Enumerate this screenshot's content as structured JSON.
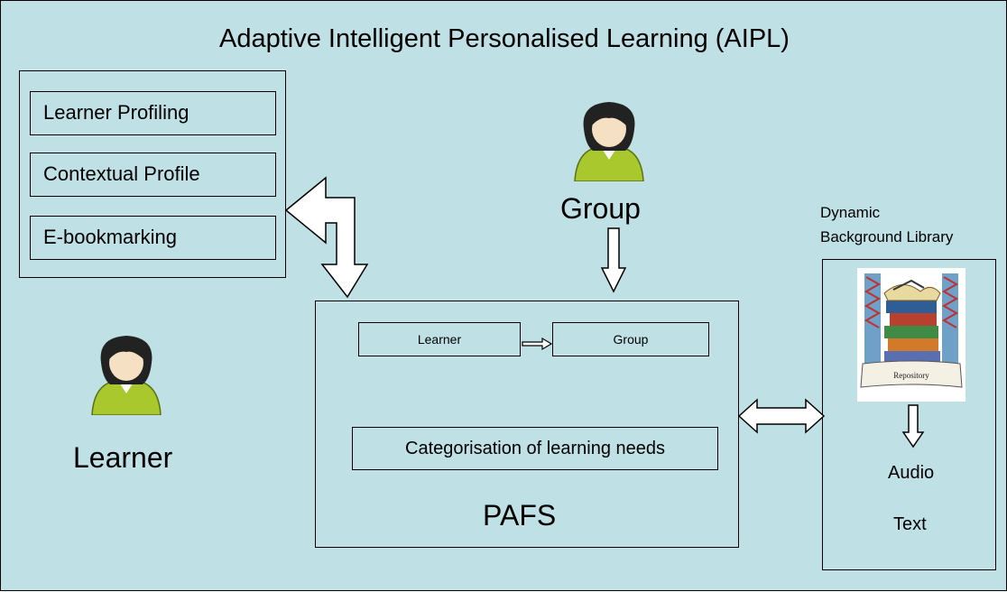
{
  "title": "Adaptive Intelligent Personalised Learning (AIPL)",
  "profile_box": {
    "items": [
      "Learner Profiling",
      "Contextual Profile",
      "E-bookmarking"
    ]
  },
  "group_actor": {
    "label": "Group",
    "icon": "person-icon"
  },
  "learner_actor": {
    "label": "Learner",
    "icon": "person-icon"
  },
  "pafs": {
    "learner_label": "Learner",
    "group_label": "Group",
    "categorisation_label": "Categorisation of learning needs",
    "name": "PAFS"
  },
  "library": {
    "heading_line1": "Dynamic",
    "heading_line2": "Background Library",
    "repository_label": "Repository",
    "items": [
      "Audio",
      "Text"
    ]
  },
  "colors": {
    "background": "#bfe1e5",
    "person_shirt": "#a8c82e",
    "person_hair": "#222222",
    "person_skin": "#f6e0c4"
  }
}
